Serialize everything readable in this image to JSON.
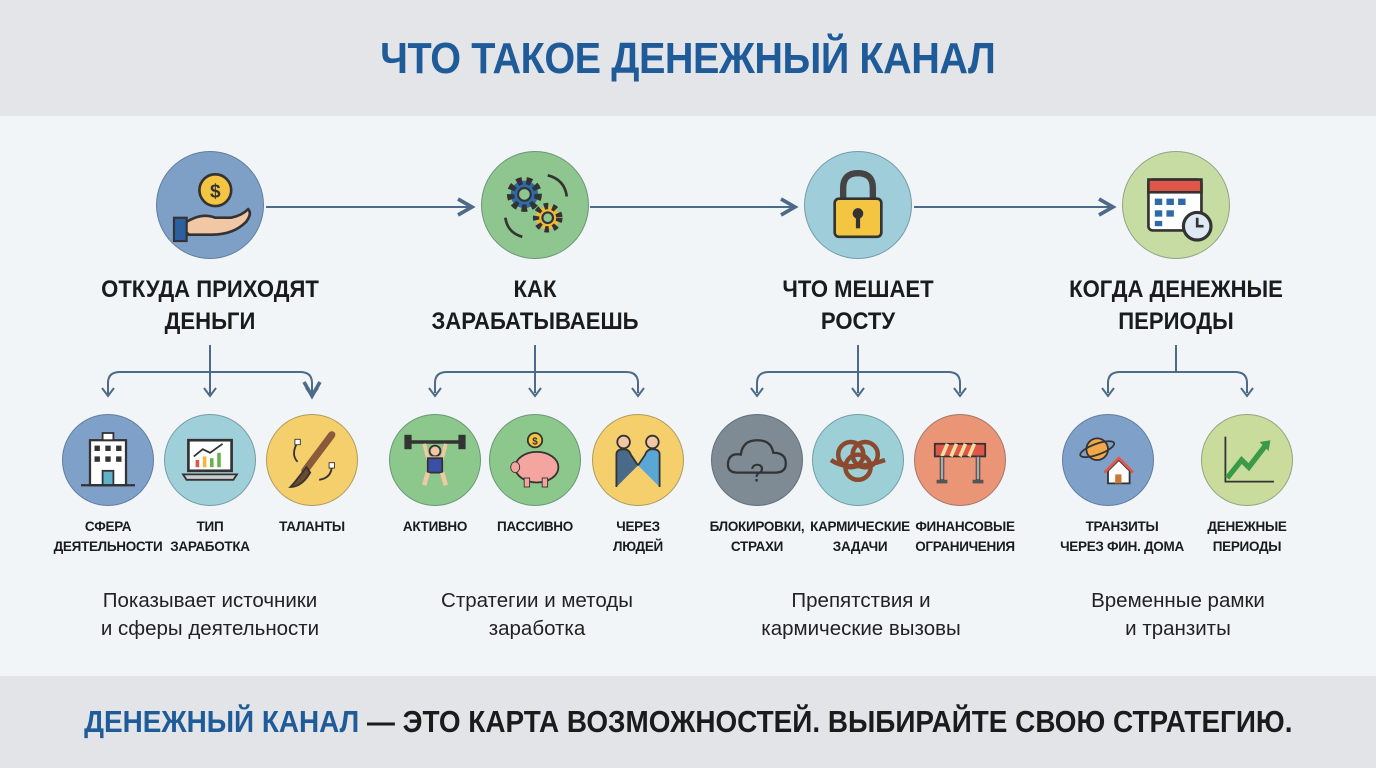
{
  "title": "ЧТО ТАКОЕ ДЕНЕЖНЫЙ КАНАЛ",
  "steps": [
    {
      "heading": [
        "ОТКУДА ПРИХОДЯТ",
        "ДЕНЬГИ"
      ],
      "icon": "hand-coin-icon",
      "color": "#7fa0c6",
      "children": [
        {
          "label": [
            "СФЕРА",
            "ДЕЯТЕЛЬНОСТИ"
          ],
          "icon": "office-building-icon",
          "color": "#7fa0c8"
        },
        {
          "label": [
            "ТИП",
            "ЗАРАБОТКА"
          ],
          "icon": "laptop-chart-icon",
          "color": "#9fcfd9"
        },
        {
          "label": [
            "ТАЛАНТЫ"
          ],
          "icon": "paintbrush-icon",
          "color": "#f5cf6b"
        }
      ],
      "desc": [
        "Показывает источники",
        "и сферы деятельности"
      ]
    },
    {
      "heading": [
        "КАК",
        "ЗАРАБАТЫВАЕШЬ"
      ],
      "icon": "gears-icon",
      "color": "#8fc58e",
      "children": [
        {
          "label": [
            "АКТИВНО"
          ],
          "icon": "weightlifter-icon",
          "color": "#8cc88b"
        },
        {
          "label": [
            "ПАССИВНО"
          ],
          "icon": "piggy-bank-icon",
          "color": "#8cc88b"
        },
        {
          "label": [
            "ЧЕРЕЗ",
            "ЛЮДЕЙ"
          ],
          "icon": "handshake-icon",
          "color": "#f5cf6b"
        }
      ],
      "desc": [
        "Стратегии и методы",
        "заработка"
      ]
    },
    {
      "heading": [
        "ЧТО МЕШАЕТ",
        "РОСТУ"
      ],
      "icon": "padlock-icon",
      "color": "#9fcdd9",
      "children": [
        {
          "label": [
            "БЛОКИРОВКИ,",
            "СТРАХИ"
          ],
          "icon": "cloud-question-icon",
          "color": "#7e8a94"
        },
        {
          "label": [
            "КАРМИЧЕСКИЕ",
            "ЗАДАЧИ"
          ],
          "icon": "knot-icon",
          "color": "#9dd0d6"
        },
        {
          "label": [
            "ФИНАНСОВЫЕ",
            "ОГРАНИЧЕНИЯ"
          ],
          "icon": "barrier-icon",
          "color": "#ea9576"
        }
      ],
      "desc": [
        "Препятствия и",
        "кармические вызовы"
      ]
    },
    {
      "heading": [
        "КОГДА ДЕНЕЖНЫЕ",
        "ПЕРИОДЫ"
      ],
      "icon": "calendar-clock-icon",
      "color": "#c6dca2",
      "children": [
        {
          "label": [
            "ТРАНЗИТЫ",
            "ЧЕРЕЗ ФИН. ДОМА"
          ],
          "icon": "planet-house-icon",
          "color": "#7fa0c8"
        },
        {
          "label": [
            "ДЕНЕЖНЫЕ",
            "ПЕРИОДЫ"
          ],
          "icon": "growth-chart-icon",
          "color": "#c9dc9c"
        }
      ],
      "desc": [
        "Временные рамки",
        "и транзиты"
      ]
    }
  ],
  "footer": {
    "highlight": "ДЕНЕЖНЫЙ КАНАЛ",
    "rest": " — ЭТО КАРТА ВОЗМОЖНОСТЕЙ. ВЫБИРАЙТЕ СВОЮ СТРАТЕГИЮ."
  }
}
